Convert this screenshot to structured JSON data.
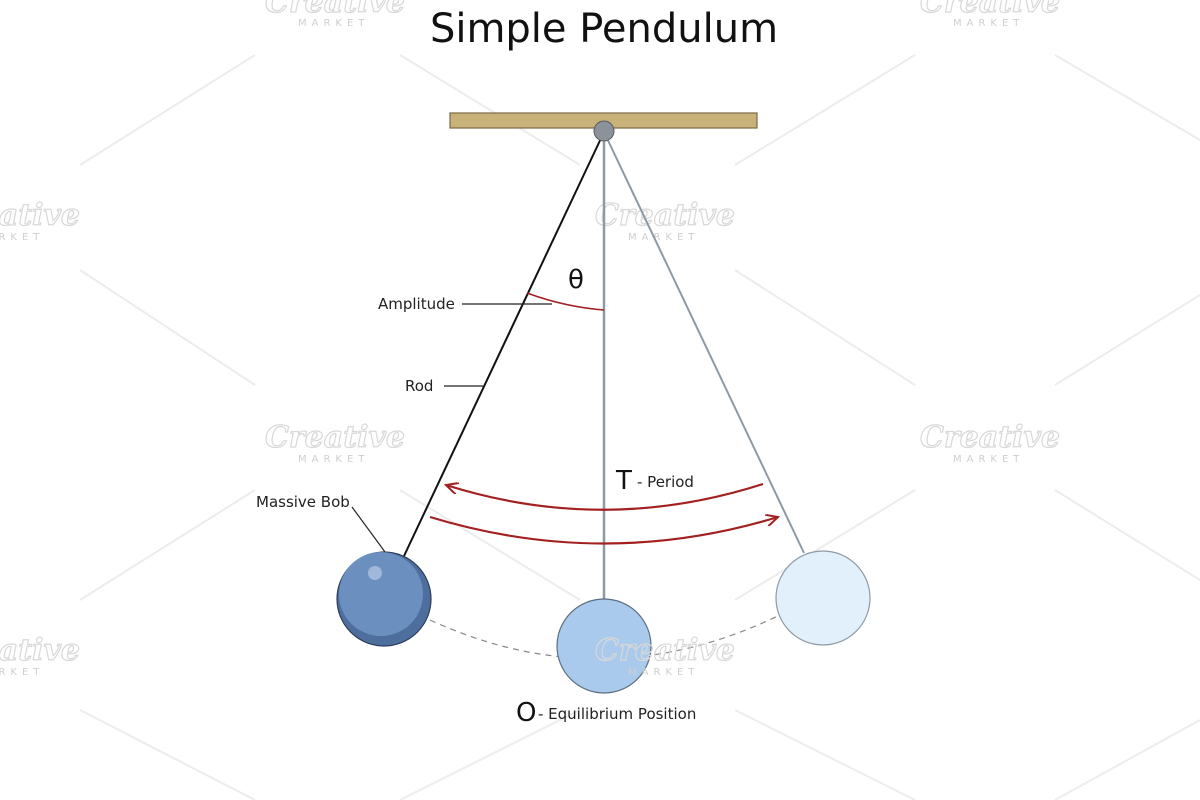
{
  "title": "Simple Pendulum",
  "labels": {
    "theta": "θ",
    "amplitude": "Amplitude",
    "rod": "Rod",
    "massive_bob": "Massive Bob",
    "period_symbol": "T",
    "period_text": "- Period",
    "equilibrium_symbol": "O",
    "equilibrium_text": "- Equilibrium Position"
  },
  "watermark": {
    "brand": "Creative",
    "sub": "MARKET"
  },
  "colors": {
    "ceiling": "#c9b27a",
    "pivot": "#8c9299",
    "rod_left": "#111111",
    "rod_other": "#8d9aa6",
    "arrows": "#a32020",
    "bob_left": "#6b8fbf",
    "bob_center": "#a9caec",
    "bob_right": "#e2f0fc"
  }
}
